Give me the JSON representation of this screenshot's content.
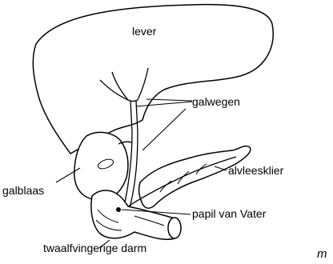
{
  "labels": {
    "lever": "lever",
    "galwegen": "galwegen",
    "alvleesklier": "alvleesklier",
    "galblaas": "galblaas",
    "papil": "papil van Vater",
    "twaalfvingerige_darm": "twaalfvingerige darm",
    "corner_mark": "m"
  }
}
